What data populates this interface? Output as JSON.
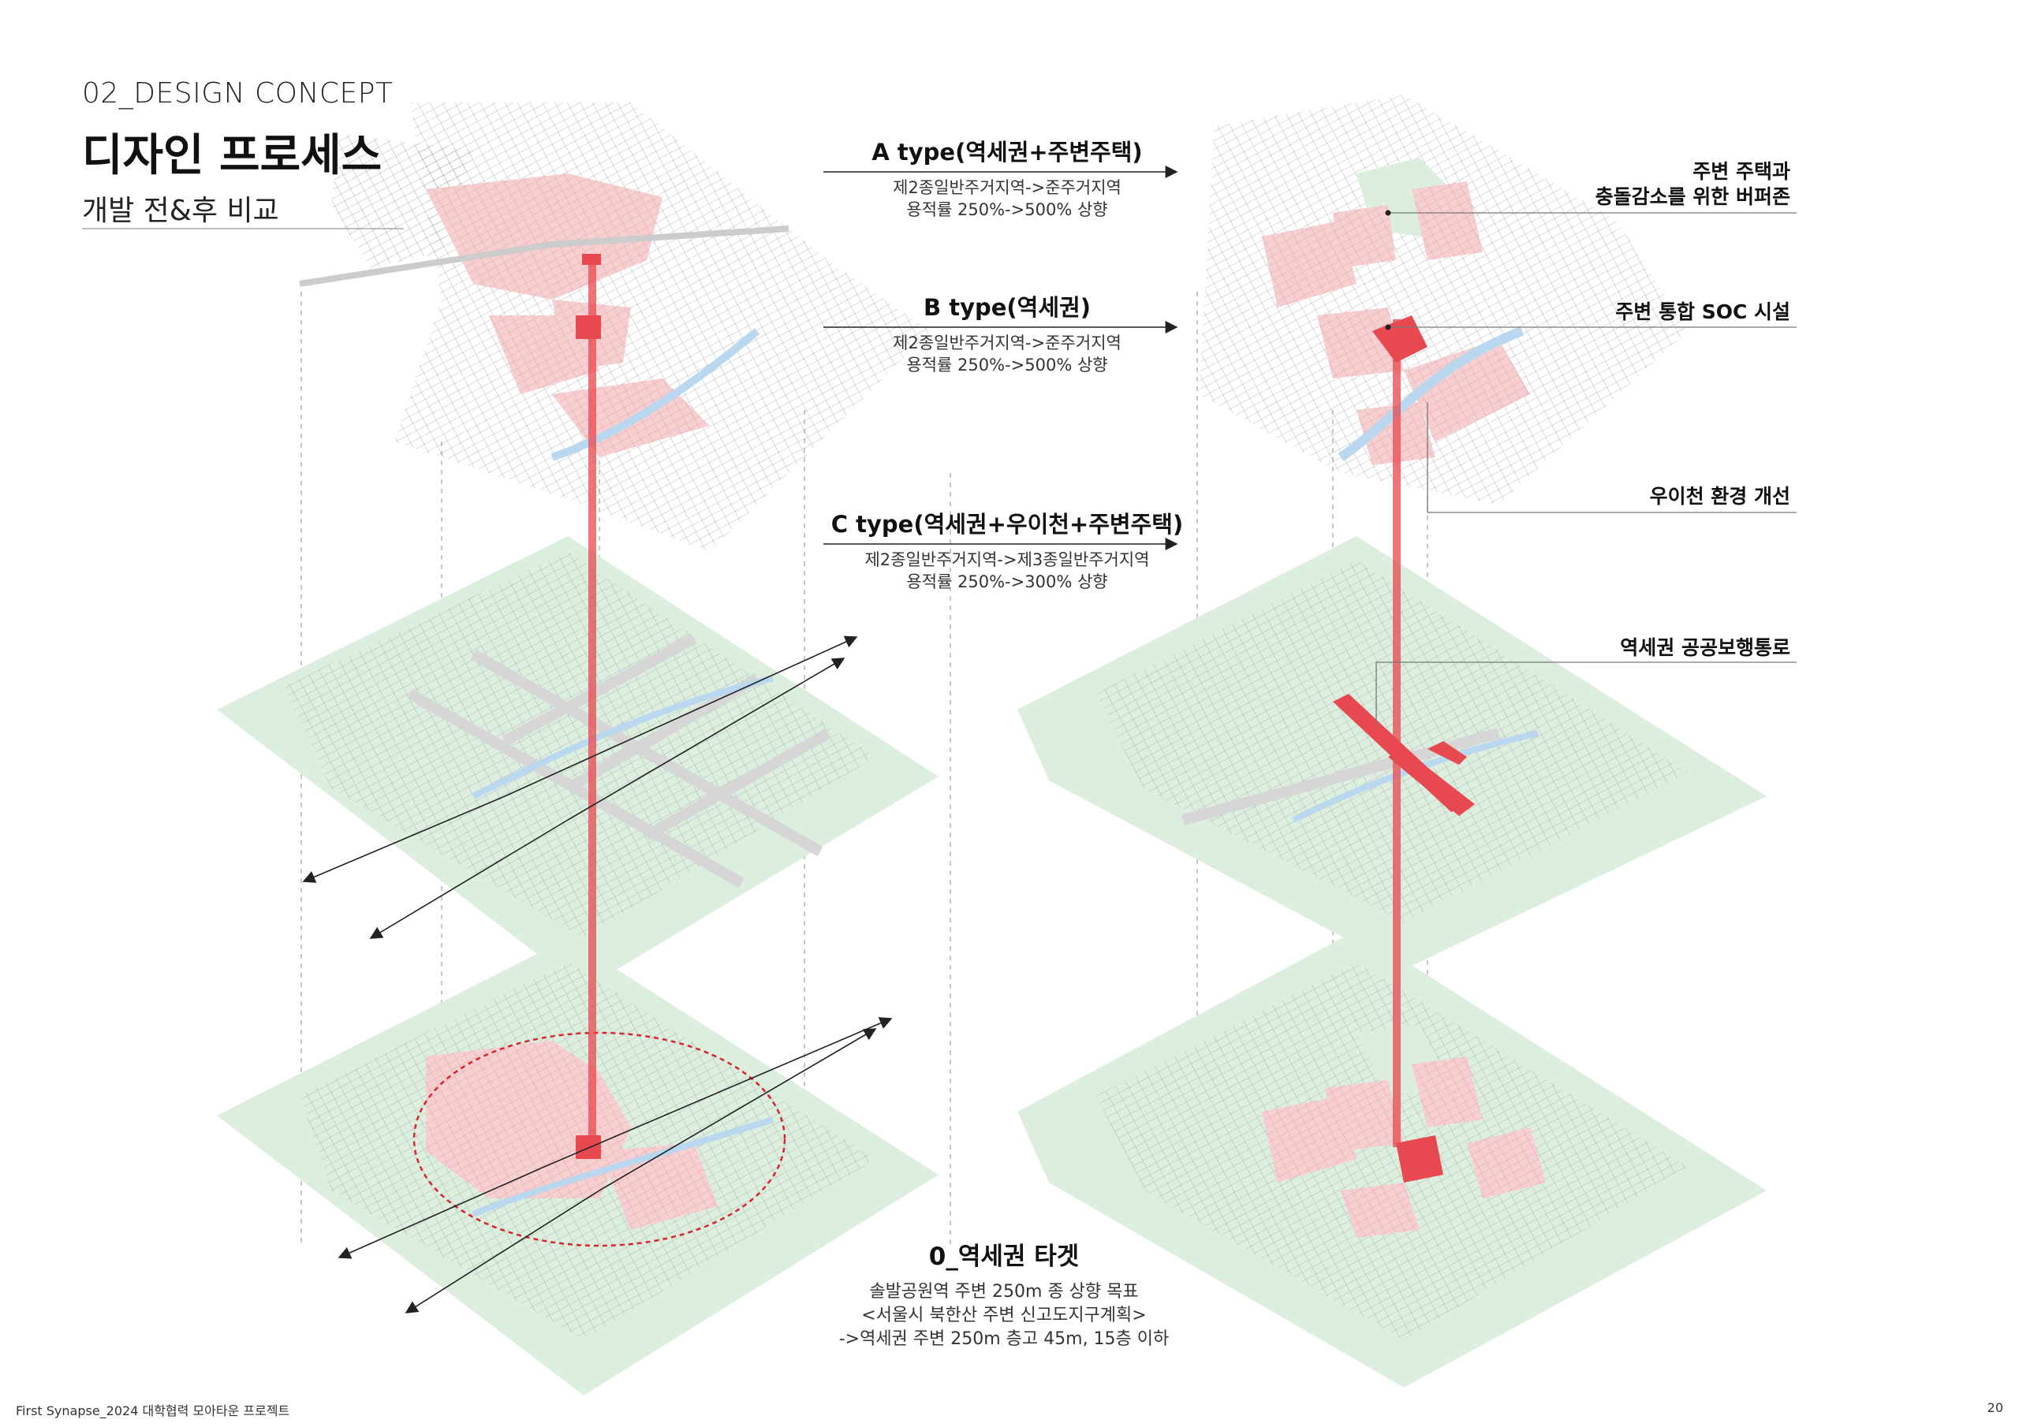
{
  "header": {
    "section": "02_DESIGN CONCEPT",
    "title": "디자인 프로세스",
    "subtitle": "개발 전&후 비교"
  },
  "types": [
    {
      "title": "A type(역세권+주변주택)",
      "line1": "제2종일반주거지역->준주거지역",
      "line2": "용적률 250%->500% 상향"
    },
    {
      "title": "B type(역세권)",
      "line1": "제2종일반주거지역->준주거지역",
      "line2": "용적률 250%->500% 상향"
    },
    {
      "title": "C type(역세권+우이천+주변주택)",
      "line1": "제2종일반주거지역->제3종일반주거지역",
      "line2": "용적률 250%->300% 상향"
    }
  ],
  "callouts": {
    "buffer_line1": "주변 주택과",
    "buffer_line2": "충돌감소를 위한 버퍼존",
    "soc": "주변 통합 SOC 시설",
    "stream": "우이천 환경 개선",
    "walkway": "역세권 공공보행통로"
  },
  "target": {
    "title": "0_역세권 타겟",
    "line1": "솔발공원역 주변 250m 종 상향 목표",
    "line2": "<서울시 북한산 주변 신고도지구계획>",
    "line3": "->역세권 주변 250m 층고 45m, 15층 이하"
  },
  "footer": {
    "left": "First Synapse_2024 대학협력 모아타운 프로젝트",
    "page": "20"
  },
  "colors": {
    "accent_red": "#e8484f",
    "pink": "#f4c7c8",
    "park_green": "#dcefdf",
    "stream_blue": "#b9d7ee",
    "road_gray": "#d6d6d6"
  }
}
